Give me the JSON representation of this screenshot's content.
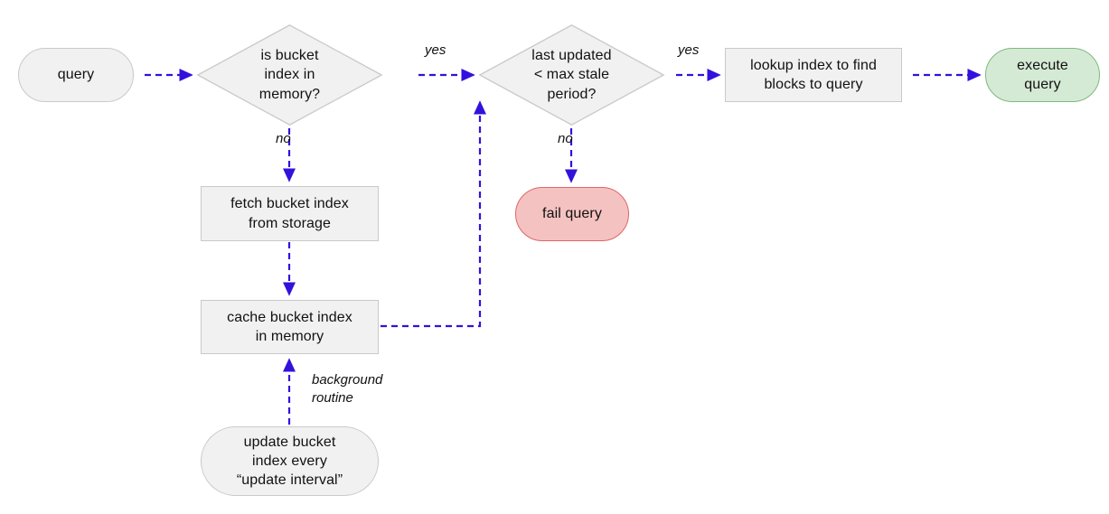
{
  "diagram": {
    "type": "flowchart",
    "title": "bucket index query flow",
    "background": "#ffffff",
    "edge_color": "#3311dd",
    "edge_style": "dashed",
    "colors": {
      "neutral_fill": "#f1f1f1",
      "neutral_stroke": "#c9c9c9",
      "success_fill": "#d5ead5",
      "success_stroke": "#7fb97f",
      "error_fill": "#f5c2c2",
      "error_stroke": "#e06666",
      "text": "#111111"
    },
    "nodes": {
      "query": {
        "label": "query",
        "shape": "stadium"
      },
      "is_bucket_index_in_memory": {
        "label": "is bucket\nindex in\nmemory?",
        "shape": "diamond"
      },
      "last_updated_max_stale": {
        "label": "last updated\n< max stale\nperiod?",
        "shape": "diamond"
      },
      "lookup_index": {
        "label": "lookup index to find\nblocks to query",
        "shape": "rect"
      },
      "execute_query": {
        "label": "execute\nquery",
        "shape": "stadium"
      },
      "fetch_bucket_index": {
        "label": "fetch bucket index\nfrom storage",
        "shape": "rect"
      },
      "cache_bucket_index": {
        "label": "cache bucket index\nin memory",
        "shape": "rect"
      },
      "fail_query": {
        "label": "fail query",
        "shape": "stadium"
      },
      "update_bucket_index": {
        "label": "update bucket\nindex every\n“update interval”",
        "shape": "stadium"
      }
    },
    "edge_labels": {
      "memory_yes": "yes",
      "memory_no": "no",
      "stale_yes": "yes",
      "stale_no": "no",
      "background_routine": "background\nroutine"
    }
  }
}
